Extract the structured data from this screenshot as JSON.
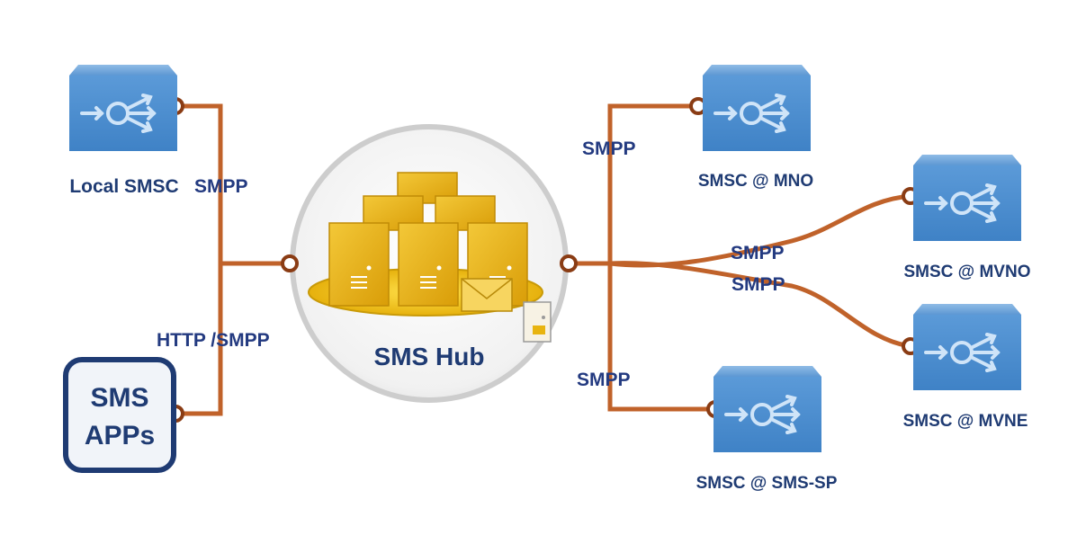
{
  "hub": {
    "label": "SMS Hub"
  },
  "apps": {
    "line1": "SMS",
    "line2": "APPs"
  },
  "nodes": {
    "local": "Local SMSC",
    "mno": "SMSC @ MNO",
    "mvno": "SMSC @ MVNO",
    "mvne": "SMSC @ MVNE",
    "smssp": "SMSC @ SMS-SP"
  },
  "protocols": {
    "local": "SMPP",
    "apps": "HTTP /SMPP",
    "mno": "SMPP",
    "mvno": "SMPP",
    "mvne": "SMPP",
    "smssp": "SMPP"
  },
  "colors": {
    "link": "#c0622a",
    "smsc_top": "#6fa3d8",
    "smsc_body": "#4a8fd0",
    "label": "#1f3b73",
    "hub_circle": "#c9c9c9",
    "server": "#e8b40f",
    "apps_border": "#1f3b73"
  }
}
